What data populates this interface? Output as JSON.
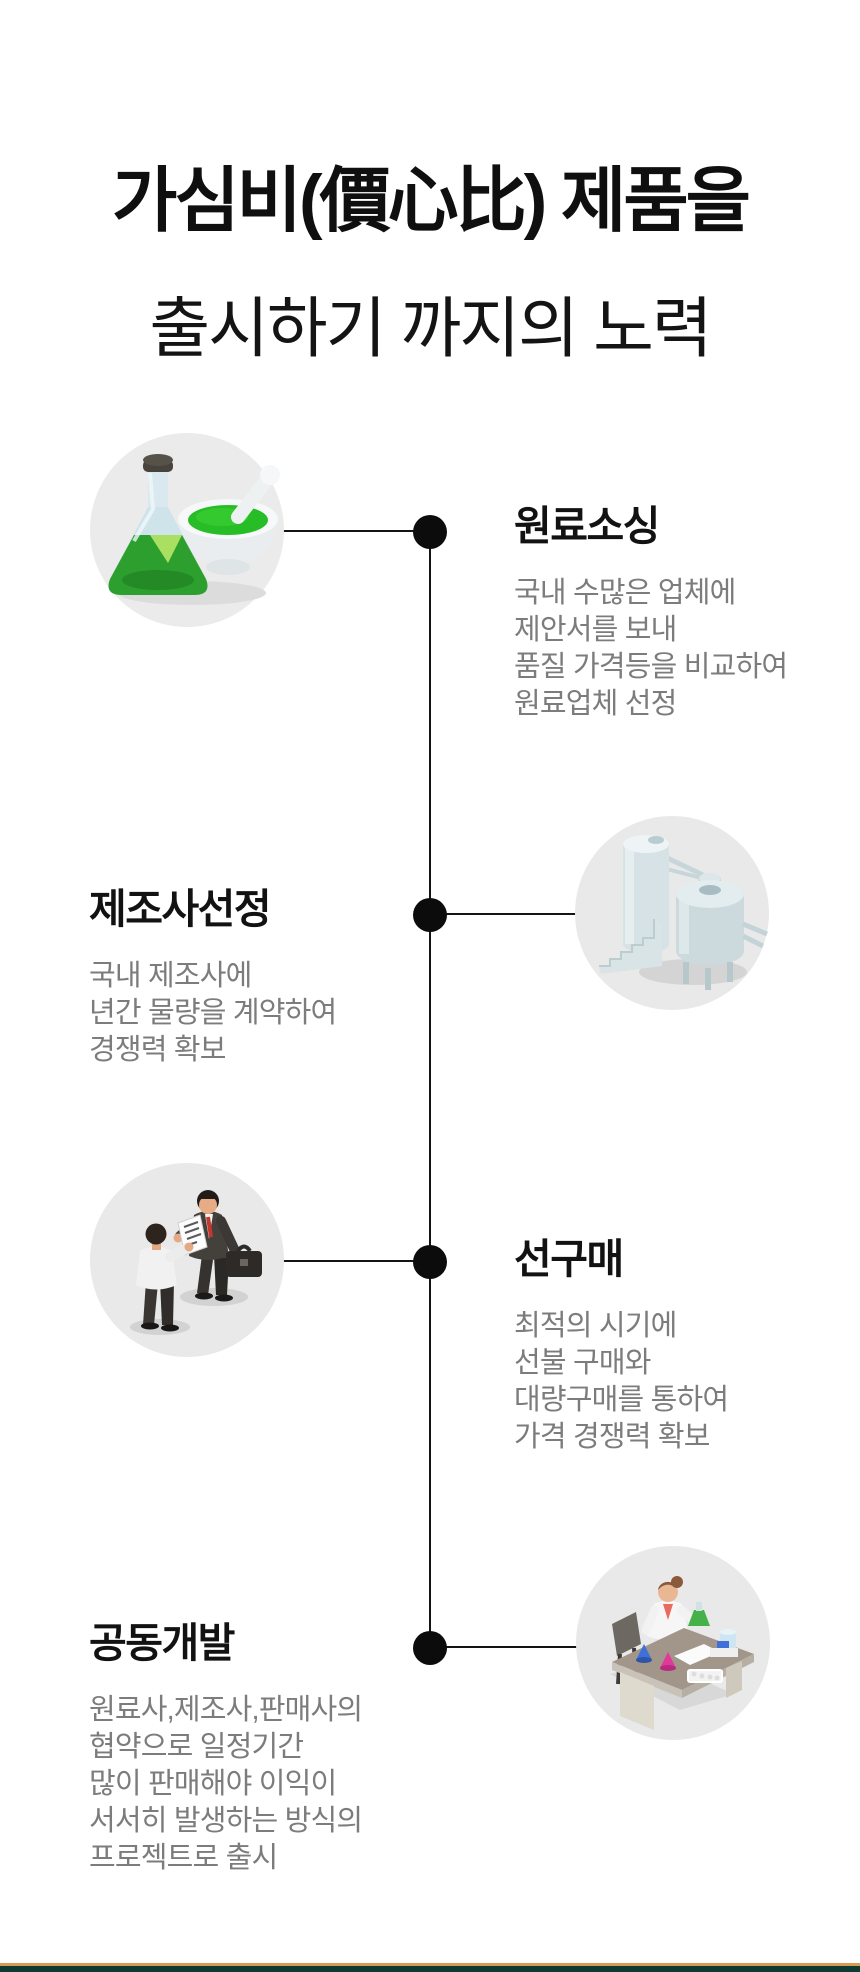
{
  "title": {
    "line1": "가심비(價心比) 제품을",
    "line2": "출시하기 까지의 노력"
  },
  "steps": [
    {
      "heading": "원료소싱",
      "lines": [
        "국내 수많은 업체에",
        "제안서를 보내",
        "품질 가격등을 비교하여",
        "원료업체 선정"
      ],
      "icon": "flask-mortar-icon",
      "icon_side": "left"
    },
    {
      "heading": "제조사선정",
      "lines": [
        "국내 제조사에",
        "년간 물량을 계약하여",
        "경쟁력 확보"
      ],
      "icon": "factory-tanks-icon",
      "icon_side": "right"
    },
    {
      "heading": "선구매",
      "lines": [
        "최적의 시기에",
        "선불 구매와",
        "대량구매를 통하여",
        "가격 경쟁력 확보"
      ],
      "icon": "businessmen-deal-icon",
      "icon_side": "left"
    },
    {
      "heading": "공동개발",
      "lines": [
        "원료사,제조사,판매사의",
        "협약으로 일정기간",
        "많이 판매해야 이익이",
        "서서히 발생하는 방식의",
        "프로젝트로 출시"
      ],
      "icon": "scientist-desk-icon",
      "icon_side": "right"
    }
  ],
  "colors": {
    "heading_text": "#121212",
    "body_text": "#7c7c7c",
    "timeline": "#141414",
    "icon_background": "#ebebeb",
    "flask_green": "#2c9f2e",
    "footer_gold": "#d79b51",
    "footer_dark_green": "#0e3a31"
  }
}
